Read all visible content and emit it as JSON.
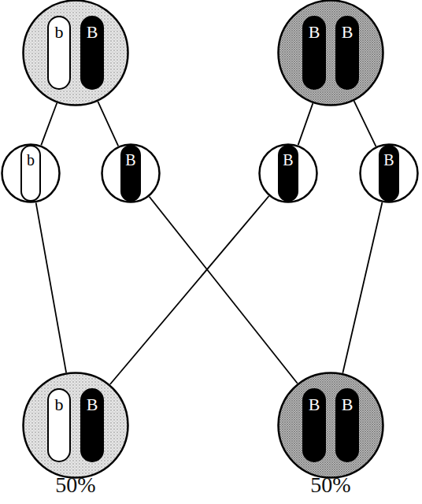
{
  "diagram": {
    "nodes": [
      {
        "text": [
          "b",
          "B"
        ]
      },
      {
        "text": [
          "B",
          "B"
        ]
      },
      {
        "text": [
          "b"
        ]
      },
      {
        "text": [
          "B"
        ]
      },
      {
        "text": [
          "B"
        ]
      },
      {
        "text": [
          "B"
        ]
      },
      {
        "text": [
          "b",
          "B"
        ]
      },
      {
        "text": [
          "B",
          "B"
        ]
      }
    ],
    "edges": [
      {
        "from": 0,
        "to": 2,
        "arrow": "none"
      },
      {
        "from": 0,
        "to": 3,
        "arrow": "none"
      },
      {
        "from": 1,
        "to": 4,
        "arrow": "none"
      },
      {
        "from": 1,
        "to": 5,
        "arrow": "none"
      },
      {
        "from": 2,
        "to": 6,
        "arrow": "none"
      },
      {
        "from": 4,
        "to": 6,
        "arrow": "none"
      },
      {
        "from": 3,
        "to": 7,
        "arrow": "none"
      },
      {
        "from": 5,
        "to": 7,
        "arrow": "none"
      }
    ],
    "labels": [
      "50%",
      "50%"
    ]
  }
}
